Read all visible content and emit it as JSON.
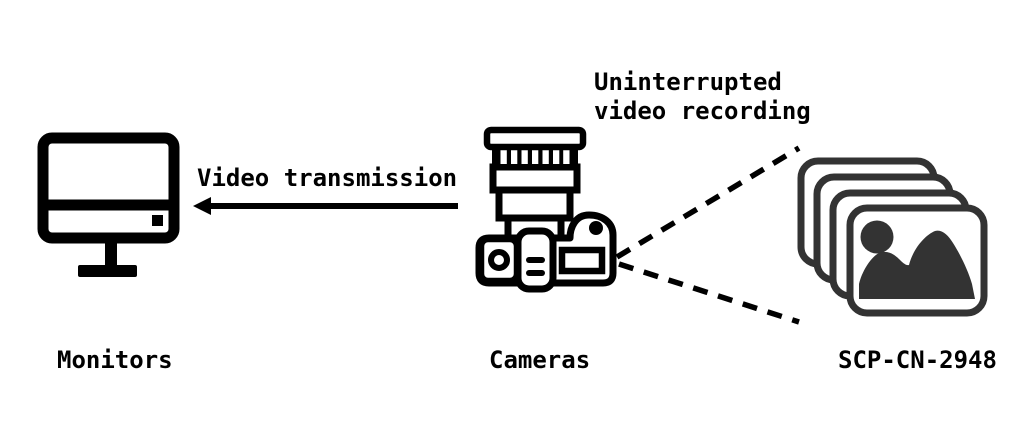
{
  "colors": {
    "background": "#ffffff",
    "ink": "#000000",
    "photo_stack_ink": "#333333"
  },
  "nodes": {
    "monitors": {
      "label": "Monitors",
      "icon": "monitor-icon"
    },
    "cameras": {
      "label": "Cameras",
      "icon": "camera-icon"
    },
    "scp_cn_2948": {
      "label": "SCP-CN-2948",
      "icon": "photo-stack-icon"
    }
  },
  "connections": {
    "video_transmission": {
      "label": "Video transmission",
      "from": "Cameras",
      "to": "Monitors",
      "style": "solid-arrow-left"
    },
    "video_recording": {
      "label": "Uninterrupted\nvideo recording",
      "from": "Cameras",
      "to": "SCP-CN-2948",
      "style": "dashed"
    }
  }
}
